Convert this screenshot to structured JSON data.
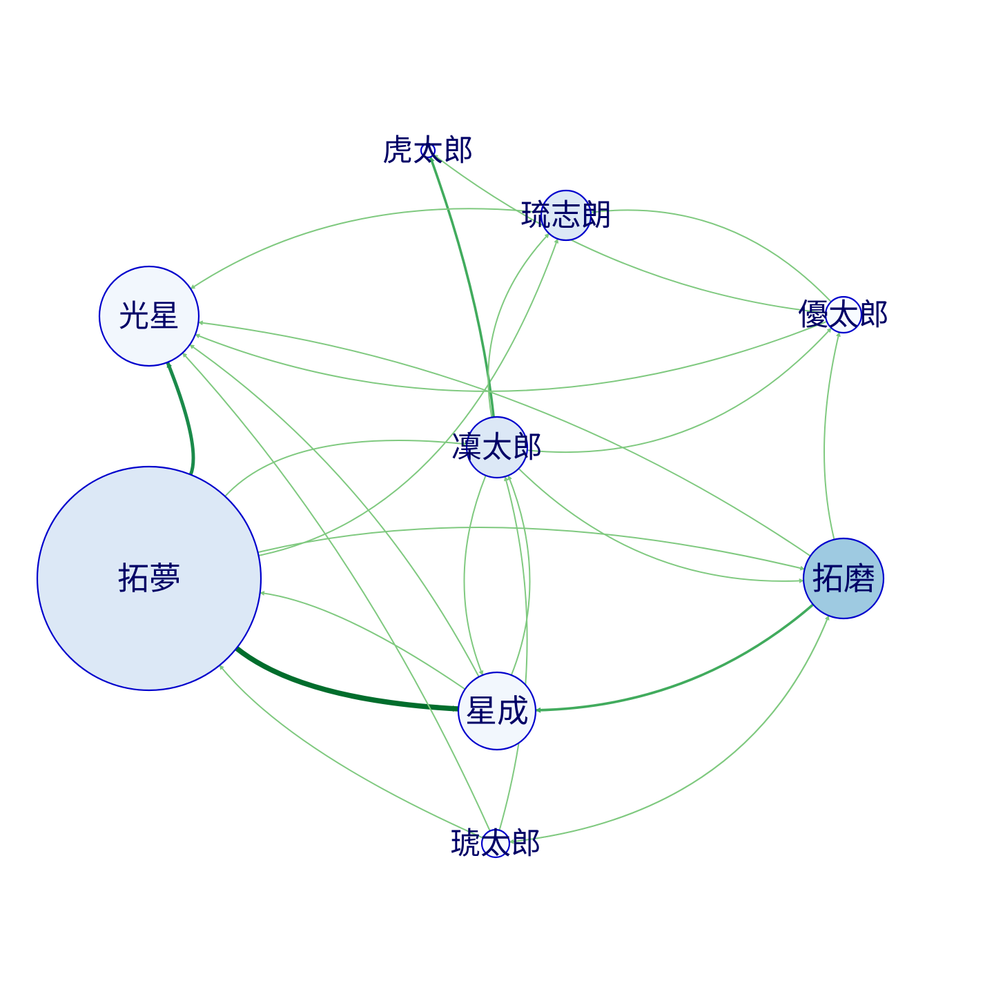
{
  "colors": {
    "edge_light": "#7fc97f",
    "edge_mid": "#41ab5d",
    "edge_dark": "#1a8a4a",
    "edge_darkest": "#006d2c",
    "node_border": "#0000cc",
    "label": "#000066"
  },
  "nodes": [
    {
      "id": "takumu",
      "label": "拓夢",
      "fill": "#dce8f6"
    },
    {
      "id": "kosei",
      "label": "光星",
      "fill": "#f2f7fd"
    },
    {
      "id": "kotaro_tora",
      "label": "虎太郎",
      "fill": "#f7fbff"
    },
    {
      "id": "rushiro",
      "label": "琉志朗",
      "fill": "#dce8f6"
    },
    {
      "id": "yutaro",
      "label": "優太郎",
      "fill": "#f7fbff"
    },
    {
      "id": "rintaro",
      "label": "凜太郎",
      "fill": "#dce8f6"
    },
    {
      "id": "takuma",
      "label": "拓磨",
      "fill": "#9ecae1"
    },
    {
      "id": "seina",
      "label": "星成",
      "fill": "#f2f7fd"
    },
    {
      "id": "kotaro_ko",
      "label": "琥太郎",
      "fill": "#f7fbff"
    }
  ],
  "edges": [
    {
      "from": "takumu",
      "to": "kosei",
      "strength": "dark"
    },
    {
      "from": "takumu",
      "to": "seina",
      "strength": "darkest"
    },
    {
      "from": "takumu",
      "to": "rushiro",
      "strength": "light"
    },
    {
      "from": "takumu",
      "to": "rintaro",
      "strength": "light"
    },
    {
      "from": "takumu",
      "to": "takuma",
      "strength": "light"
    },
    {
      "from": "rintaro",
      "to": "kotaro_tora",
      "strength": "mid"
    },
    {
      "from": "rintaro",
      "to": "rushiro",
      "strength": "light"
    },
    {
      "from": "rintaro",
      "to": "yutaro",
      "strength": "light"
    },
    {
      "from": "rintaro",
      "to": "takuma",
      "strength": "light"
    },
    {
      "from": "rintaro",
      "to": "seina",
      "strength": "light"
    },
    {
      "from": "seina",
      "to": "rintaro",
      "strength": "light"
    },
    {
      "from": "seina",
      "to": "takumu",
      "strength": "light"
    },
    {
      "from": "seina",
      "to": "kosei",
      "strength": "light"
    },
    {
      "from": "takuma",
      "to": "seina",
      "strength": "mid"
    },
    {
      "from": "takuma",
      "to": "yutaro",
      "strength": "light"
    },
    {
      "from": "takuma",
      "to": "kosei",
      "strength": "light"
    },
    {
      "from": "takuma",
      "to": "kotaro_ko",
      "strength": "light"
    },
    {
      "from": "kotaro_ko",
      "to": "takumu",
      "strength": "light"
    },
    {
      "from": "kotaro_ko",
      "to": "takuma",
      "strength": "light"
    },
    {
      "from": "kotaro_ko",
      "to": "kosei",
      "strength": "light"
    },
    {
      "from": "kotaro_ko",
      "to": "rintaro",
      "strength": "light"
    },
    {
      "from": "rushiro",
      "to": "kosei",
      "strength": "light"
    },
    {
      "from": "yutaro",
      "to": "rushiro",
      "strength": "light"
    },
    {
      "from": "yutaro",
      "to": "kosei",
      "strength": "light"
    },
    {
      "from": "yutaro",
      "to": "kotaro_tora",
      "strength": "light"
    }
  ]
}
